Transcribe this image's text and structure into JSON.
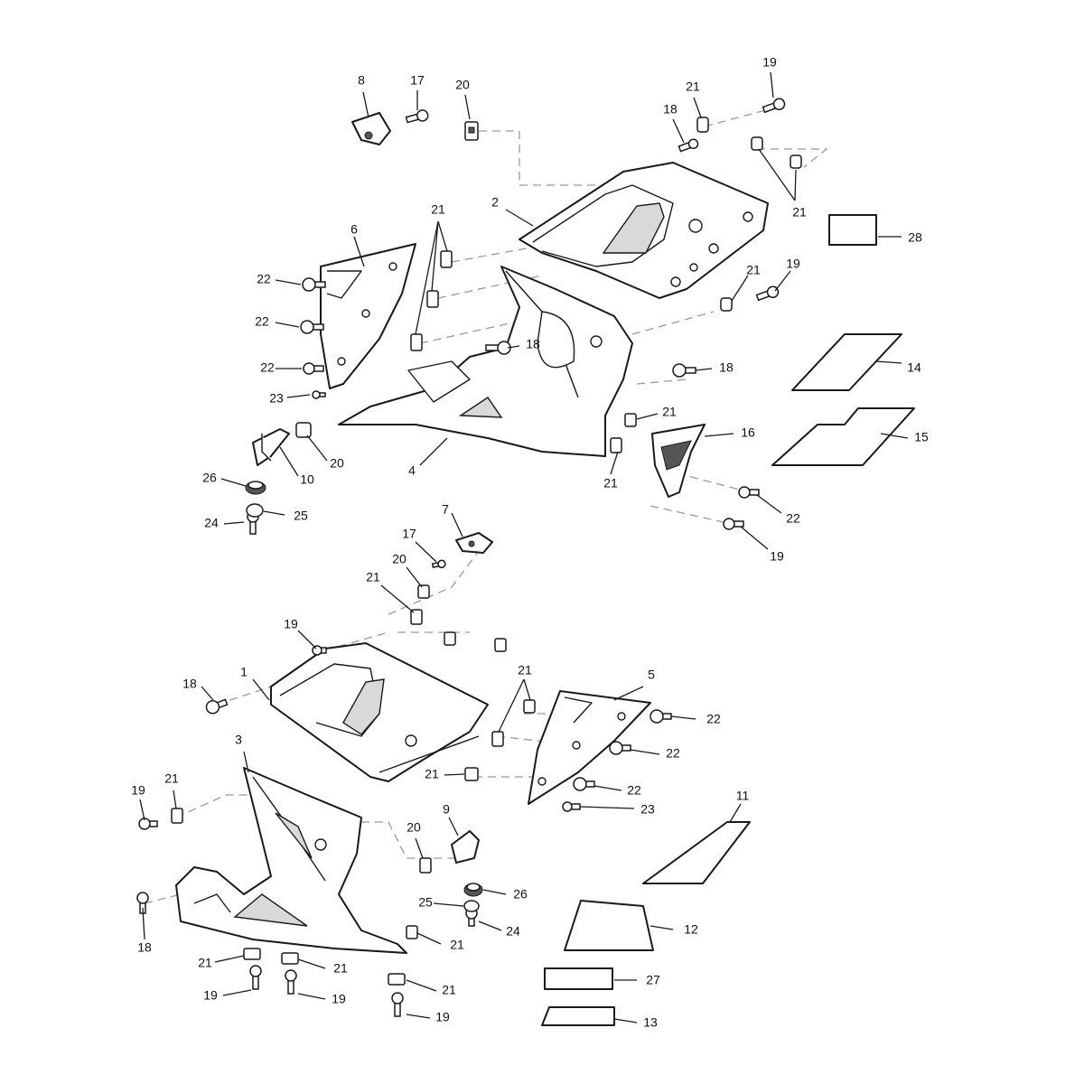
{
  "diagram": {
    "callouts": [
      {
        "id": "c8",
        "text": "8"
      },
      {
        "id": "c17a",
        "text": "17"
      },
      {
        "id": "c20a",
        "text": "20"
      },
      {
        "id": "c19a",
        "text": "19"
      },
      {
        "id": "c21a",
        "text": "21"
      },
      {
        "id": "c18a",
        "text": "18"
      },
      {
        "id": "c21b",
        "text": "21"
      },
      {
        "id": "c28",
        "text": "28"
      },
      {
        "id": "c2",
        "text": "2"
      },
      {
        "id": "c21c",
        "text": "21"
      },
      {
        "id": "c6",
        "text": "6"
      },
      {
        "id": "c22a",
        "text": "22"
      },
      {
        "id": "c22b",
        "text": "22"
      },
      {
        "id": "c22c",
        "text": "22"
      },
      {
        "id": "c23a",
        "text": "23"
      },
      {
        "id": "c18b",
        "text": "18"
      },
      {
        "id": "c21d",
        "text": "21"
      },
      {
        "id": "c19b",
        "text": "19"
      },
      {
        "id": "c18c",
        "text": "18"
      },
      {
        "id": "c14",
        "text": "14"
      },
      {
        "id": "c21e",
        "text": "21"
      },
      {
        "id": "c16",
        "text": "16"
      },
      {
        "id": "c15",
        "text": "15"
      },
      {
        "id": "c10",
        "text": "10"
      },
      {
        "id": "c20b",
        "text": "20"
      },
      {
        "id": "c4",
        "text": "4"
      },
      {
        "id": "c21f",
        "text": "21"
      },
      {
        "id": "c26a",
        "text": "26"
      },
      {
        "id": "c25a",
        "text": "25"
      },
      {
        "id": "c24a",
        "text": "24"
      },
      {
        "id": "c22d",
        "text": "22"
      },
      {
        "id": "c19c",
        "text": "19"
      },
      {
        "id": "c7",
        "text": "7"
      },
      {
        "id": "c17b",
        "text": "17"
      },
      {
        "id": "c20c",
        "text": "20"
      },
      {
        "id": "c21g",
        "text": "21"
      },
      {
        "id": "c19d",
        "text": "19"
      },
      {
        "id": "c18d",
        "text": "18"
      },
      {
        "id": "c1",
        "text": "1"
      },
      {
        "id": "c21h",
        "text": "21"
      },
      {
        "id": "c5",
        "text": "5"
      },
      {
        "id": "c22e",
        "text": "22"
      },
      {
        "id": "c22f",
        "text": "22"
      },
      {
        "id": "c3",
        "text": "3"
      },
      {
        "id": "c21i",
        "text": "21"
      },
      {
        "id": "c22g",
        "text": "22"
      },
      {
        "id": "c23b",
        "text": "23"
      },
      {
        "id": "c19e",
        "text": "19"
      },
      {
        "id": "c21j",
        "text": "21"
      },
      {
        "id": "c9",
        "text": "9"
      },
      {
        "id": "c20d",
        "text": "20"
      },
      {
        "id": "c11",
        "text": "11"
      },
      {
        "id": "c26b",
        "text": "26"
      },
      {
        "id": "c25b",
        "text": "25"
      },
      {
        "id": "c24b",
        "text": "24"
      },
      {
        "id": "c18e",
        "text": "18"
      },
      {
        "id": "c21k",
        "text": "21"
      },
      {
        "id": "c12",
        "text": "12"
      },
      {
        "id": "c21l",
        "text": "21"
      },
      {
        "id": "c21m",
        "text": "21"
      },
      {
        "id": "c21n",
        "text": "21"
      },
      {
        "id": "c27",
        "text": "27"
      },
      {
        "id": "c19f",
        "text": "19"
      },
      {
        "id": "c19g",
        "text": "19"
      },
      {
        "id": "c19h",
        "text": "19"
      },
      {
        "id": "c13",
        "text": "13"
      }
    ]
  }
}
